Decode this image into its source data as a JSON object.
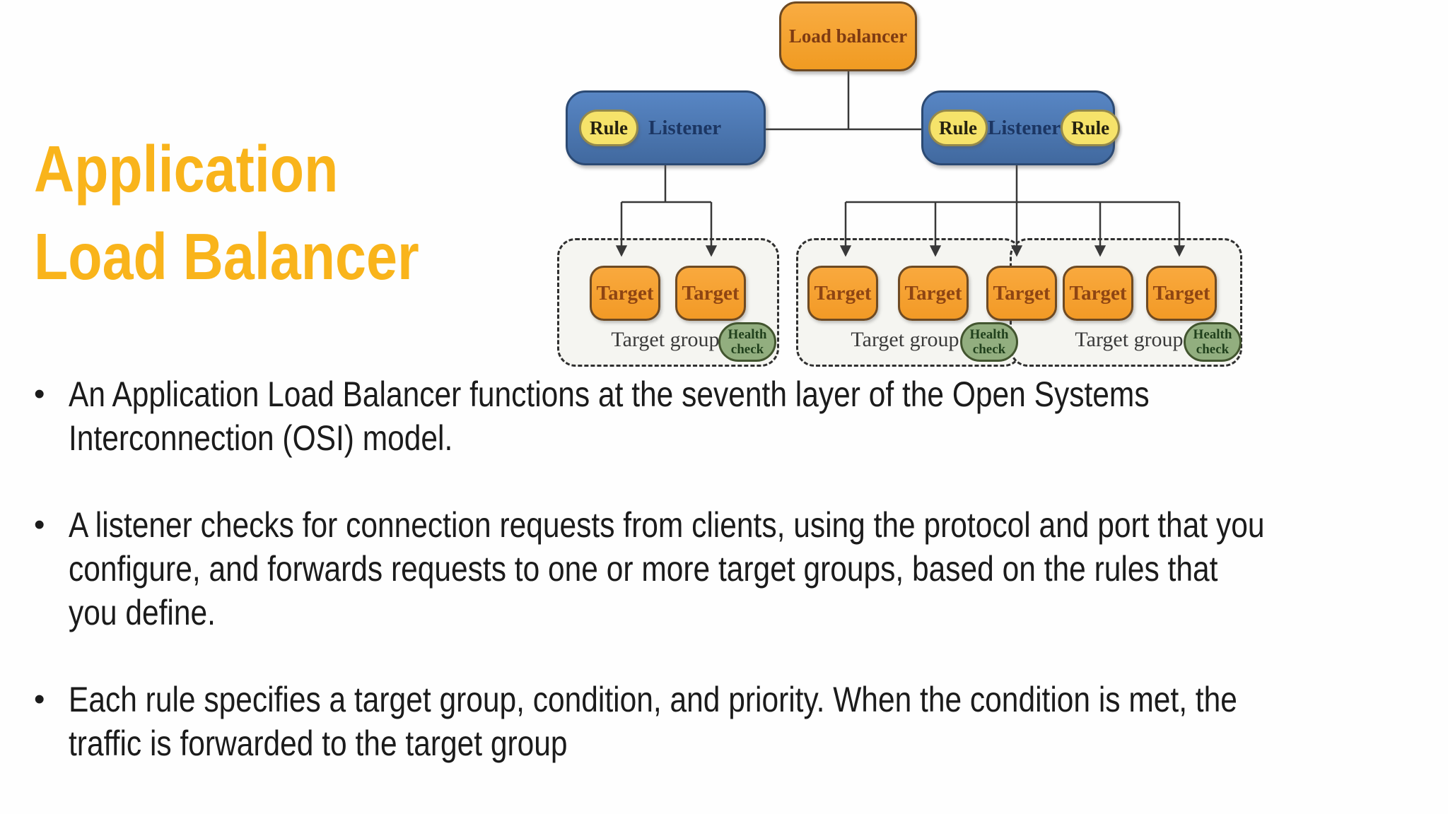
{
  "slide": {
    "title_lines": [
      "Application",
      "Load Balancer"
    ],
    "bullet_char": "•",
    "bullets": [
      {
        "lines": [
          "An Application Load Balancer functions at the seventh layer of the Open Systems",
          "Interconnection (OSI) model."
        ]
      },
      {
        "lines": [
          "A listener checks for connection requests from clients, using the protocol and port that you",
          "configure, and forwards requests to one or more target groups, based on the rules that",
          "you define."
        ]
      },
      {
        "lines": [
          "Each rule specifies a target group, condition, and priority. When the condition is met, the",
          "traffic is forwarded to the target group"
        ]
      }
    ]
  },
  "diagram": {
    "load_balancer_label": "Load balancer",
    "listener_label": "Listener",
    "rule_label": "Rule",
    "target_label": "Target",
    "target_group_label": "Target group",
    "health_check_lines": [
      "Health",
      "check"
    ],
    "structure": {
      "listeners": 2,
      "target_groups": 3,
      "targets_per_group": [
        2,
        3,
        2
      ]
    },
    "colors": {
      "title_gold": "#F9B41B",
      "body_text": "#1B1B1B",
      "orange_fill": "#F7A231",
      "orange_border": "#6E4A23",
      "orange_text": "#7E3B12",
      "target_text": "#8E4513",
      "blue_fill": "#4C7AB6",
      "blue_border": "#2C4A73",
      "blue_text": "#1C3663",
      "rule_yellow": "#F6E36A",
      "rule_border": "#95894A",
      "health_green": "#92AE7F",
      "health_border": "#42552F",
      "health_text": "#20401C",
      "connector_line": "#383838",
      "group_fill": "#F5F5F1",
      "group_dash": "#2F2F2F"
    }
  }
}
